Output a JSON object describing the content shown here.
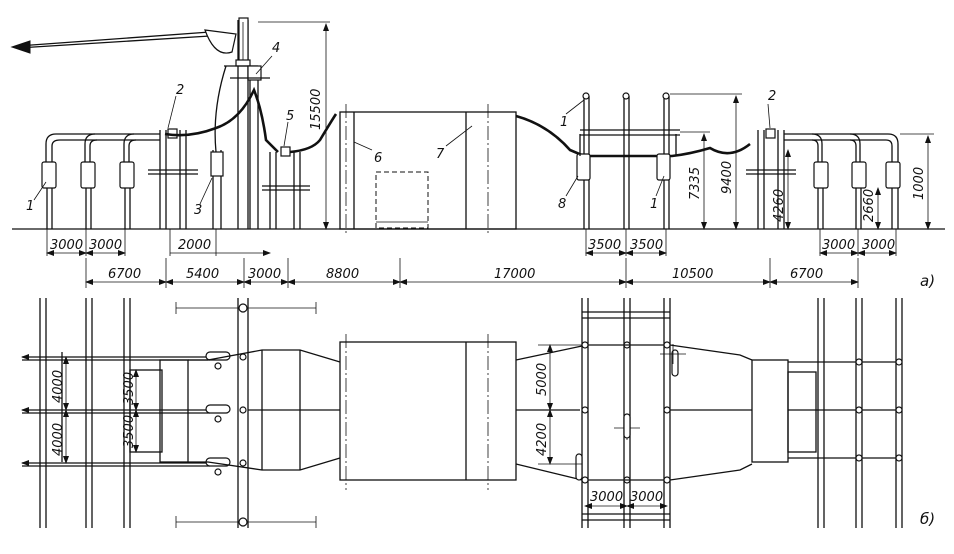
{
  "elevation": {
    "view_label": "а)",
    "callouts": {
      "c1a": "1",
      "c1b": "1",
      "c1c": "1",
      "c2a": "2",
      "c2b": "2",
      "c3": "3",
      "c4": "4",
      "c5": "5",
      "c6": "6",
      "c7": "7",
      "c8": "8"
    },
    "heights": {
      "h15500": "15500",
      "h9400": "9400",
      "h7335": "7335",
      "h4260": "4260",
      "h2660": "2660",
      "h1000": "1000"
    },
    "dims_row1": {
      "d3000a": "3000",
      "d3000b": "3000",
      "d2000": "2000",
      "d3500a": "3500",
      "d3500b": "3500",
      "d3000c": "3000",
      "d3000d": "3000"
    },
    "dims_row2": {
      "d6700a": "6700",
      "d5400": "5400",
      "d3000e": "3000",
      "d8800": "8800",
      "d17000": "17000",
      "d10500": "10500",
      "d6700b": "6700"
    }
  },
  "plan": {
    "view_label": "б)",
    "dims": {
      "p4000a": "4000",
      "p4000b": "4000",
      "p3500a": "3500",
      "p3500b": "3500",
      "p5000": "5000",
      "p4200": "4200",
      "p3000a": "3000",
      "p3000b": "3000"
    }
  }
}
